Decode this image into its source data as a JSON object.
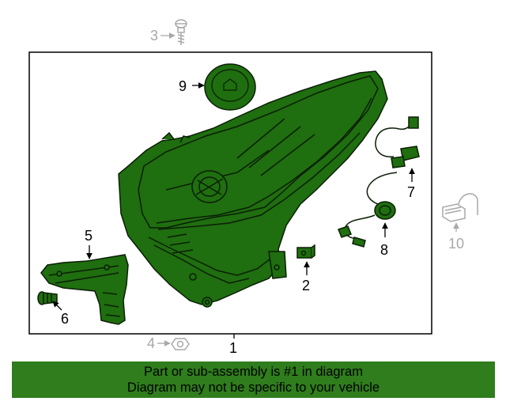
{
  "colors": {
    "part_fill": "#1f6e0f",
    "part_stroke": "#0b1f06",
    "aux_part": "#a8a8a8",
    "banner_bg": "#2f7d1c"
  },
  "callouts": {
    "c1": "1",
    "c2": "2",
    "c3": "3",
    "c4": "4",
    "c5": "5",
    "c6": "6",
    "c7": "7",
    "c8": "8",
    "c9": "9",
    "c10": "10"
  },
  "banner": {
    "line1": "Part or sub-assembly is #1 in diagram",
    "line2": "Diagram may not be specific to your vehicle"
  }
}
